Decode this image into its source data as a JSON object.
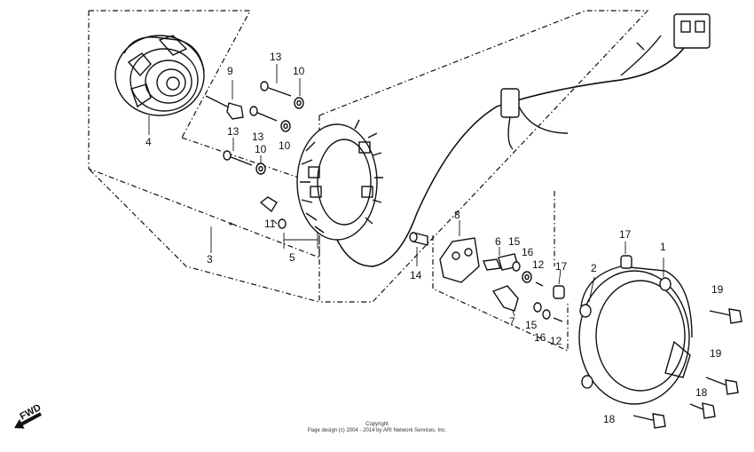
{
  "callouts": {
    "c1": "1",
    "c2": "2",
    "c3": "3",
    "c4": "4",
    "c5": "5",
    "c6": "6",
    "c7": "7",
    "c8": "8",
    "c9": "9",
    "c10a": "10",
    "c10b": "10",
    "c10c": "10",
    "c11": "11",
    "c12a": "12",
    "c12b": "12",
    "c13a": "13",
    "c13b": "13",
    "c13c": "13",
    "c14": "14",
    "c15a": "15",
    "c15b": "15",
    "c16a": "16",
    "c16b": "16",
    "c17a": "17",
    "c17b": "17",
    "c18a": "18",
    "c18b": "18",
    "c19a": "19",
    "c19b": "19"
  },
  "fwd_label": "FWD",
  "copyright": {
    "line1": "Copyright",
    "line2": "Page design (c) 2004 - 2014 by ARI Network Services, Inc."
  }
}
